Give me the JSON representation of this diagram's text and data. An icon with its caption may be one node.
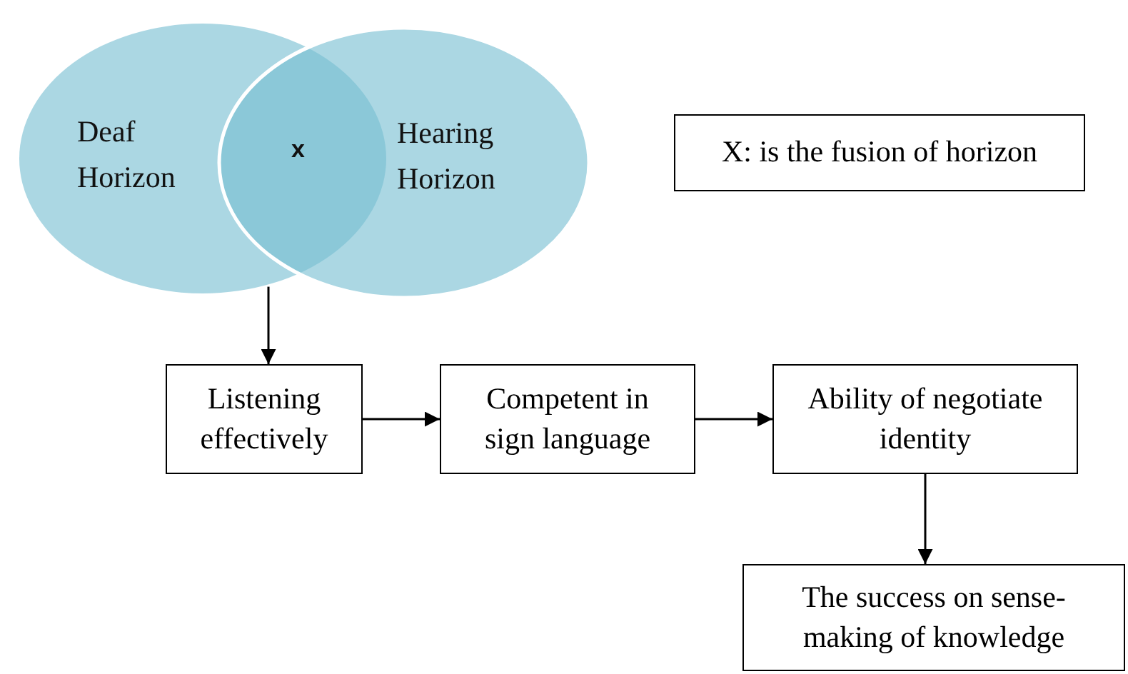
{
  "diagram": {
    "nodes": [
      {
        "text": [
          "Deaf Horizon"
        ]
      },
      {
        "text": [
          "Hearing Horizon"
        ]
      },
      {
        "text": [
          "X: is the fusion of horizon"
        ]
      },
      {
        "text": [
          "Listening effectively"
        ]
      },
      {
        "text": [
          "Competent in sign language"
        ]
      },
      {
        "text": [
          "Ability of negotiate identity"
        ]
      },
      {
        "text": [
          "The success on sense-making of knowledge"
        ]
      }
    ],
    "edges": [
      {
        "from": 0,
        "to": 3,
        "arrow": "to"
      },
      {
        "from": 3,
        "to": 4,
        "arrow": "to"
      },
      {
        "from": 4,
        "to": 5,
        "arrow": "to"
      },
      {
        "from": 5,
        "to": 6,
        "arrow": "to"
      }
    ],
    "labels": [
      "x"
    ]
  }
}
